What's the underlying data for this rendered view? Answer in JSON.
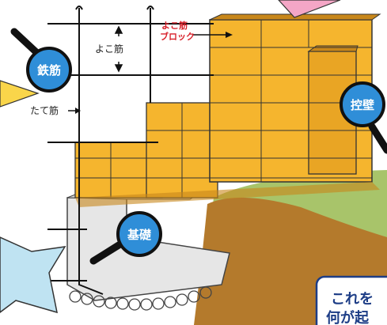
{
  "labels": {
    "horizontal_rebar": "よこ筋",
    "horizontal_rebar_block_line1": "よこ筋",
    "horizontal_rebar_block_line2": "ブロック",
    "vertical_rebar": "たて筋"
  },
  "badges": {
    "rebar": "鉄筋",
    "buttress": "控壁",
    "foundation": "基礎"
  },
  "note": {
    "line1": "これを",
    "line2": "何が起"
  },
  "colors": {
    "block": "#f5b52e",
    "block_dark": "#c8871a",
    "badge": "#2f8ed8",
    "ground": "#a8c46a",
    "soil": "#b47a2c",
    "concrete": "#e6e6e6",
    "pink": "#f4a6c6",
    "lightblue": "#bfe3f2",
    "note_border": "#1d3d86"
  }
}
